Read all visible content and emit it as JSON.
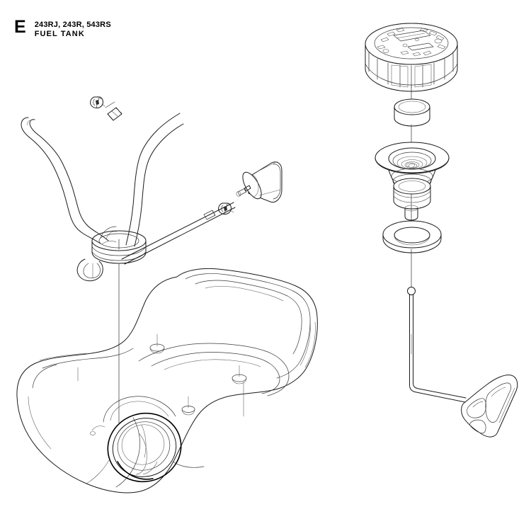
{
  "header": {
    "section_letter": "E",
    "models": "243RJ, 243R, 543RS",
    "title": "FUEL TANK"
  },
  "diagram": {
    "type": "exploded-parts-diagram",
    "line_color": "#1a1a1a",
    "background": "#ffffff",
    "parts": [
      {
        "id": "fuel-cap",
        "name": "fuel-cap",
        "description": "Ribbed screw-on fuel tank cap with embossed top markings"
      },
      {
        "id": "cap-gasket",
        "name": "cap-gasket",
        "description": "Cylindrical cap gasket / seal plug"
      },
      {
        "id": "filler-neck",
        "name": "filler-neck",
        "description": "Threaded filler neck with flange and spiral insert"
      },
      {
        "id": "sealing-washer",
        "name": "sealing-washer",
        "description": "Flat sealing washer / O-ring"
      },
      {
        "id": "cap-retainer",
        "name": "cap-retainer",
        "description": "Cap retainer wire tether with three-lobed clip"
      },
      {
        "id": "fuel-tank",
        "name": "fuel-tank",
        "description": "Molded fuel tank body with filler opening and mounting holes"
      },
      {
        "id": "tank-grommet",
        "name": "tank-grommet",
        "description": "Rubber grommet at tank hose entry"
      },
      {
        "id": "vent-hose",
        "name": "vent-hose",
        "description": "Curved vent hose"
      },
      {
        "id": "fuel-hose",
        "name": "fuel-hose",
        "description": "Fuel supply hose with clamp"
      },
      {
        "id": "fuel-filter",
        "name": "fuel-filter",
        "description": "Cylindrical in-tank fuel filter"
      },
      {
        "id": "pickup-hose",
        "name": "pickup-hose",
        "description": "Fuel pickup hose running to the filter"
      },
      {
        "id": "hose-clamp-upper",
        "name": "hose-clamp-upper",
        "description": "Hose clamp on upper fuel hose"
      },
      {
        "id": "hose-clamp-filter",
        "name": "hose-clamp-filter",
        "description": "Hose clamp at fuel filter inlet"
      }
    ]
  }
}
